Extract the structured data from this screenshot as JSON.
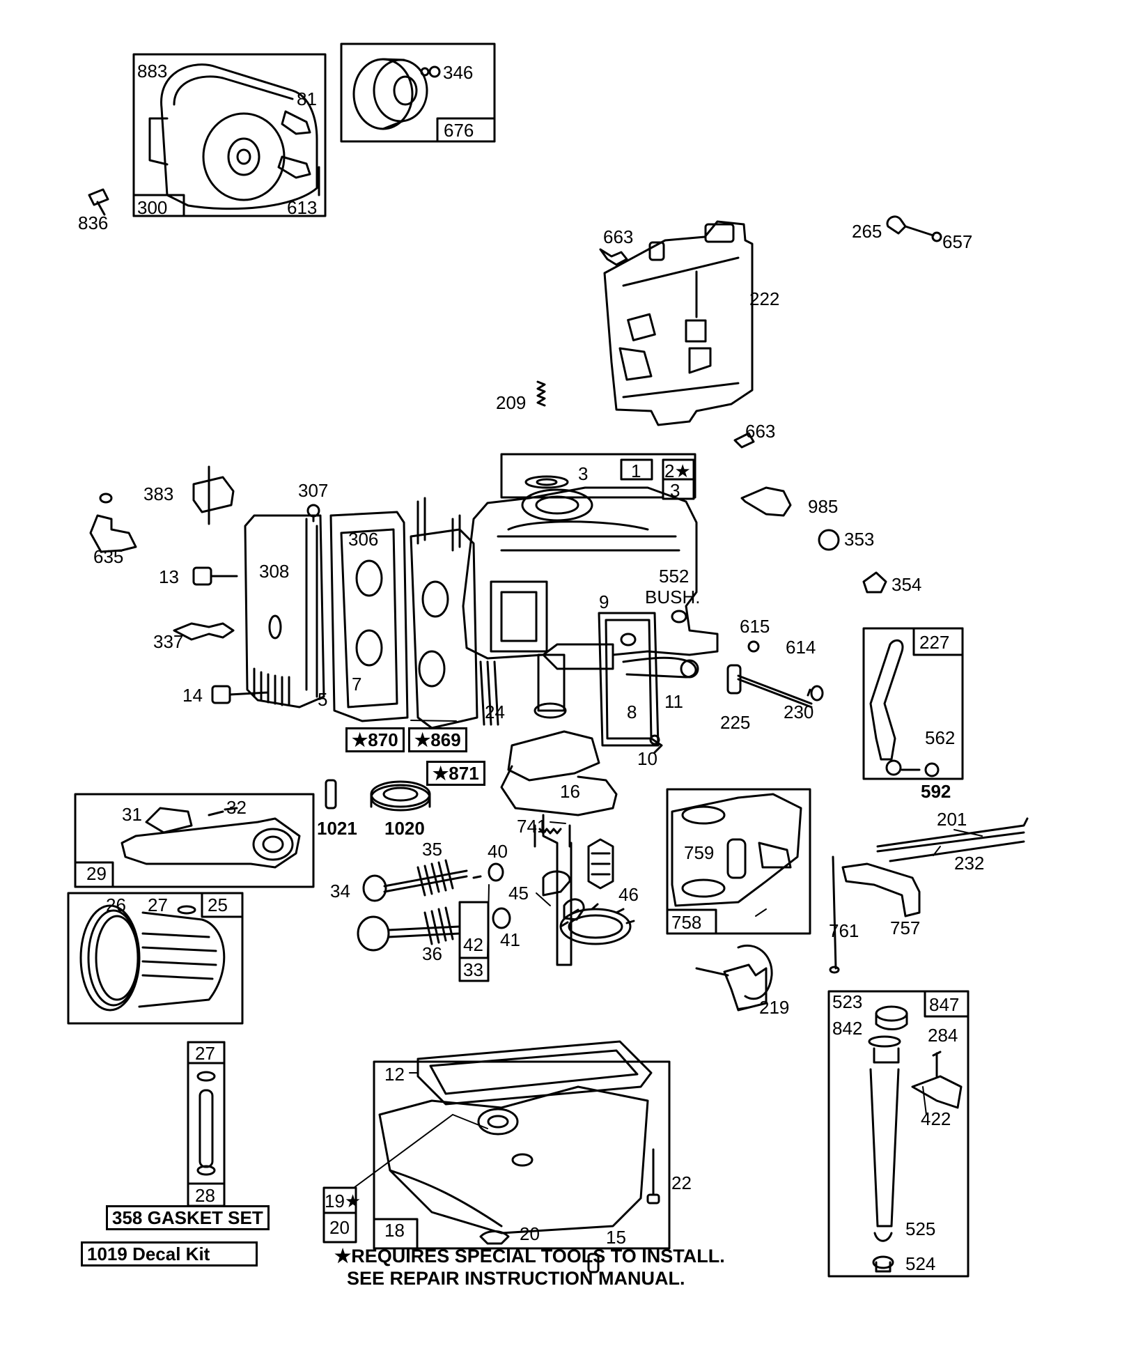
{
  "labels": {
    "p883": "883",
    "p81": "81",
    "p300": "300",
    "p613": "613",
    "p836": "836",
    "p346": "346",
    "p676": "676",
    "p663a": "663",
    "p663b": "663",
    "p265": "265",
    "p657": "657",
    "p222": "222",
    "p209": "209",
    "p3a": "3",
    "p1": "1",
    "p2star": "2★",
    "p3b": "3",
    "p383": "383",
    "p307": "307",
    "p985": "985",
    "p306": "306",
    "p353": "353",
    "p635": "635",
    "p308": "308",
    "p13": "13",
    "p552": "552",
    "bush": "BUSH.",
    "p354": "354",
    "p9": "9",
    "p337": "337",
    "p615": "615",
    "p614": "614",
    "p227": "227",
    "p14": "14",
    "p7": "7",
    "p5": "5",
    "p24": "24",
    "p11": "11",
    "p8": "8",
    "p225": "225",
    "p230": "230",
    "p562": "562",
    "p870": "★870",
    "p869": "★869",
    "p871": "★871",
    "p10": "10",
    "p592": "592",
    "p31": "31",
    "p32": "32",
    "p16": "16",
    "p1021": "1021",
    "p1020": "1020",
    "p741": "741",
    "p201": "201",
    "p759": "759",
    "p29": "29",
    "p35": "35",
    "p40": "40",
    "p232": "232",
    "p34": "34",
    "p45": "45",
    "p46": "46",
    "p26": "26",
    "p27a": "27",
    "p25": "25",
    "p42": "42",
    "p41": "41",
    "p758": "758",
    "p761": "761",
    "p757": "757",
    "p36": "36",
    "p33": "33",
    "p219": "219",
    "p523": "523",
    "p847": "847",
    "p842": "842",
    "p284": "284",
    "p27b": "27",
    "p12": "12",
    "p422": "422",
    "p22": "22",
    "p28": "28",
    "p19star": "19★",
    "p358": "358 GASKET SET",
    "p20a": "20",
    "p18": "18",
    "p20b": "20",
    "p15": "15",
    "p525": "525",
    "p1019": "1019 Decal Kit",
    "p524": "524"
  },
  "notes": {
    "line1": "★REQUIRES SPECIAL TOOLS TO INSTALL.",
    "line2": "SEE REPAIR INSTRUCTION MANUAL."
  }
}
